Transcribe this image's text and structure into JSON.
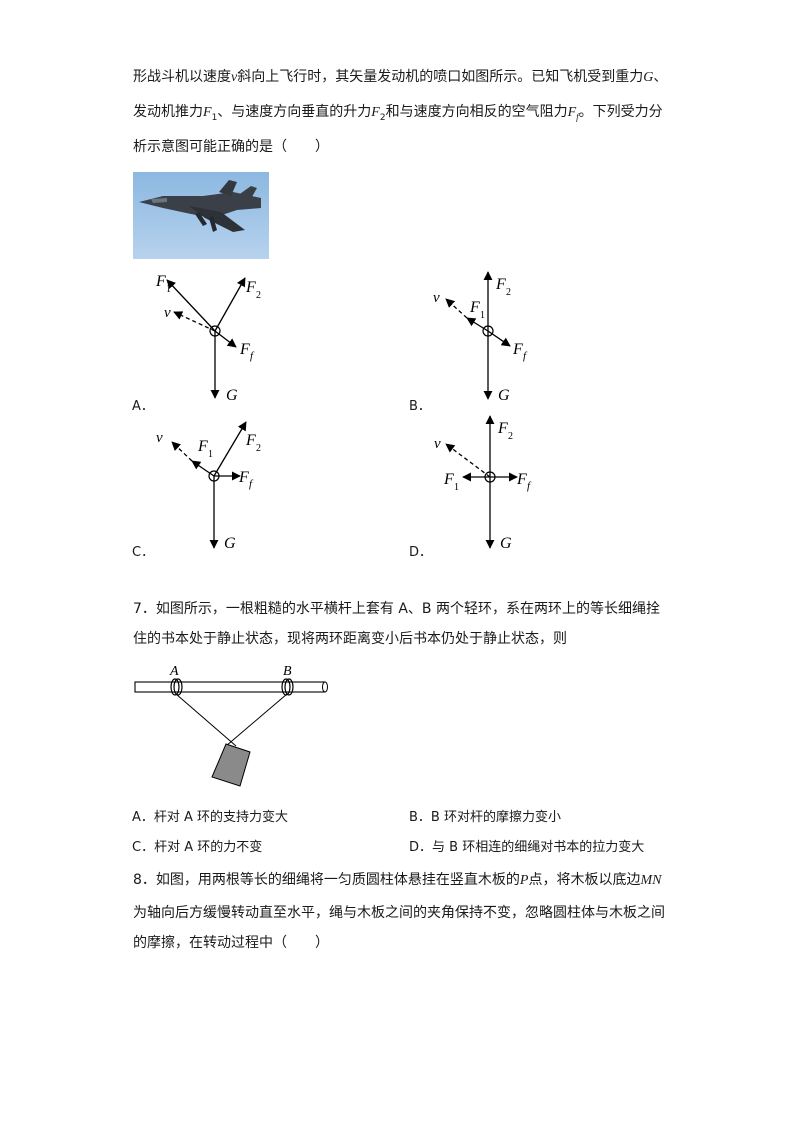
{
  "q6": {
    "l1a": "形战斗机以速度",
    "l1_v": "v",
    "l1b": "斜向上飞行时，其矢量发动机的喷口如图所示。已知飞机受到重力",
    "l1_G": "G",
    "l1c": "、",
    "l2a": "发动机推力",
    "l2_F": "F",
    "l2_1": "1",
    "l2b": "、与速度方向垂直的升力",
    "l2_F2": "F",
    "l2_2": "2",
    "l2c": "和与速度方向相反的空气阻力",
    "l2_Ff": "F",
    "l2_f": "f",
    "l2d": "。下列受力分",
    "l3": "析示意图可能正确的是（　　）",
    "photo": "fighter-jet-photo",
    "options": [
      {
        "letter": "A．",
        "labels": {
          "F": "F",
          "sub1": "1",
          "sub2": "2",
          "subf": "f",
          "v": "v",
          "G": "G"
        }
      },
      {
        "letter": "B．",
        "labels": {
          "F": "F",
          "sub1": "1",
          "sub2": "2",
          "subf": "f",
          "v": "v",
          "G": "G"
        }
      },
      {
        "letter": "C．",
        "labels": {
          "F": "F",
          "sub1": "1",
          "sub2": "2",
          "subf": "f",
          "v": "v",
          "G": "G"
        }
      },
      {
        "letter": "D．",
        "labels": {
          "F": "F",
          "sub1": "1",
          "sub2": "2",
          "subf": "f",
          "v": "v",
          "G": "G"
        }
      }
    ]
  },
  "q7": {
    "l1": "7．如图所示，一根粗糙的水平横杆上套有 A、B 两个轻环，系在两环上的等长细绳拴",
    "l2": "住的书本处于静止状态，现将两环距离变小后书本仍处于静止状态，则",
    "ringA": "A",
    "ringB": "B",
    "options": [
      "A．杆对 A 环的支持力变大",
      "B．B 环对杆的摩擦力变小",
      "C．杆对 A 环的力不变",
      "D．与 B 环相连的细绳对书本的拉力变大"
    ]
  },
  "q8": {
    "l1a": "8．如图，用两根等长的细绳将一匀质圆柱体悬挂在竖直木板的",
    "l1_P": "P",
    "l1b": "点，将木板以底边",
    "l1_MN": "MN",
    "l2": "为轴向后方缓慢转动直至水平，绳与木板之间的夹角保持不变，忽略圆柱体与木板之间",
    "l3": "的摩擦，在转动过程中（　　）"
  }
}
